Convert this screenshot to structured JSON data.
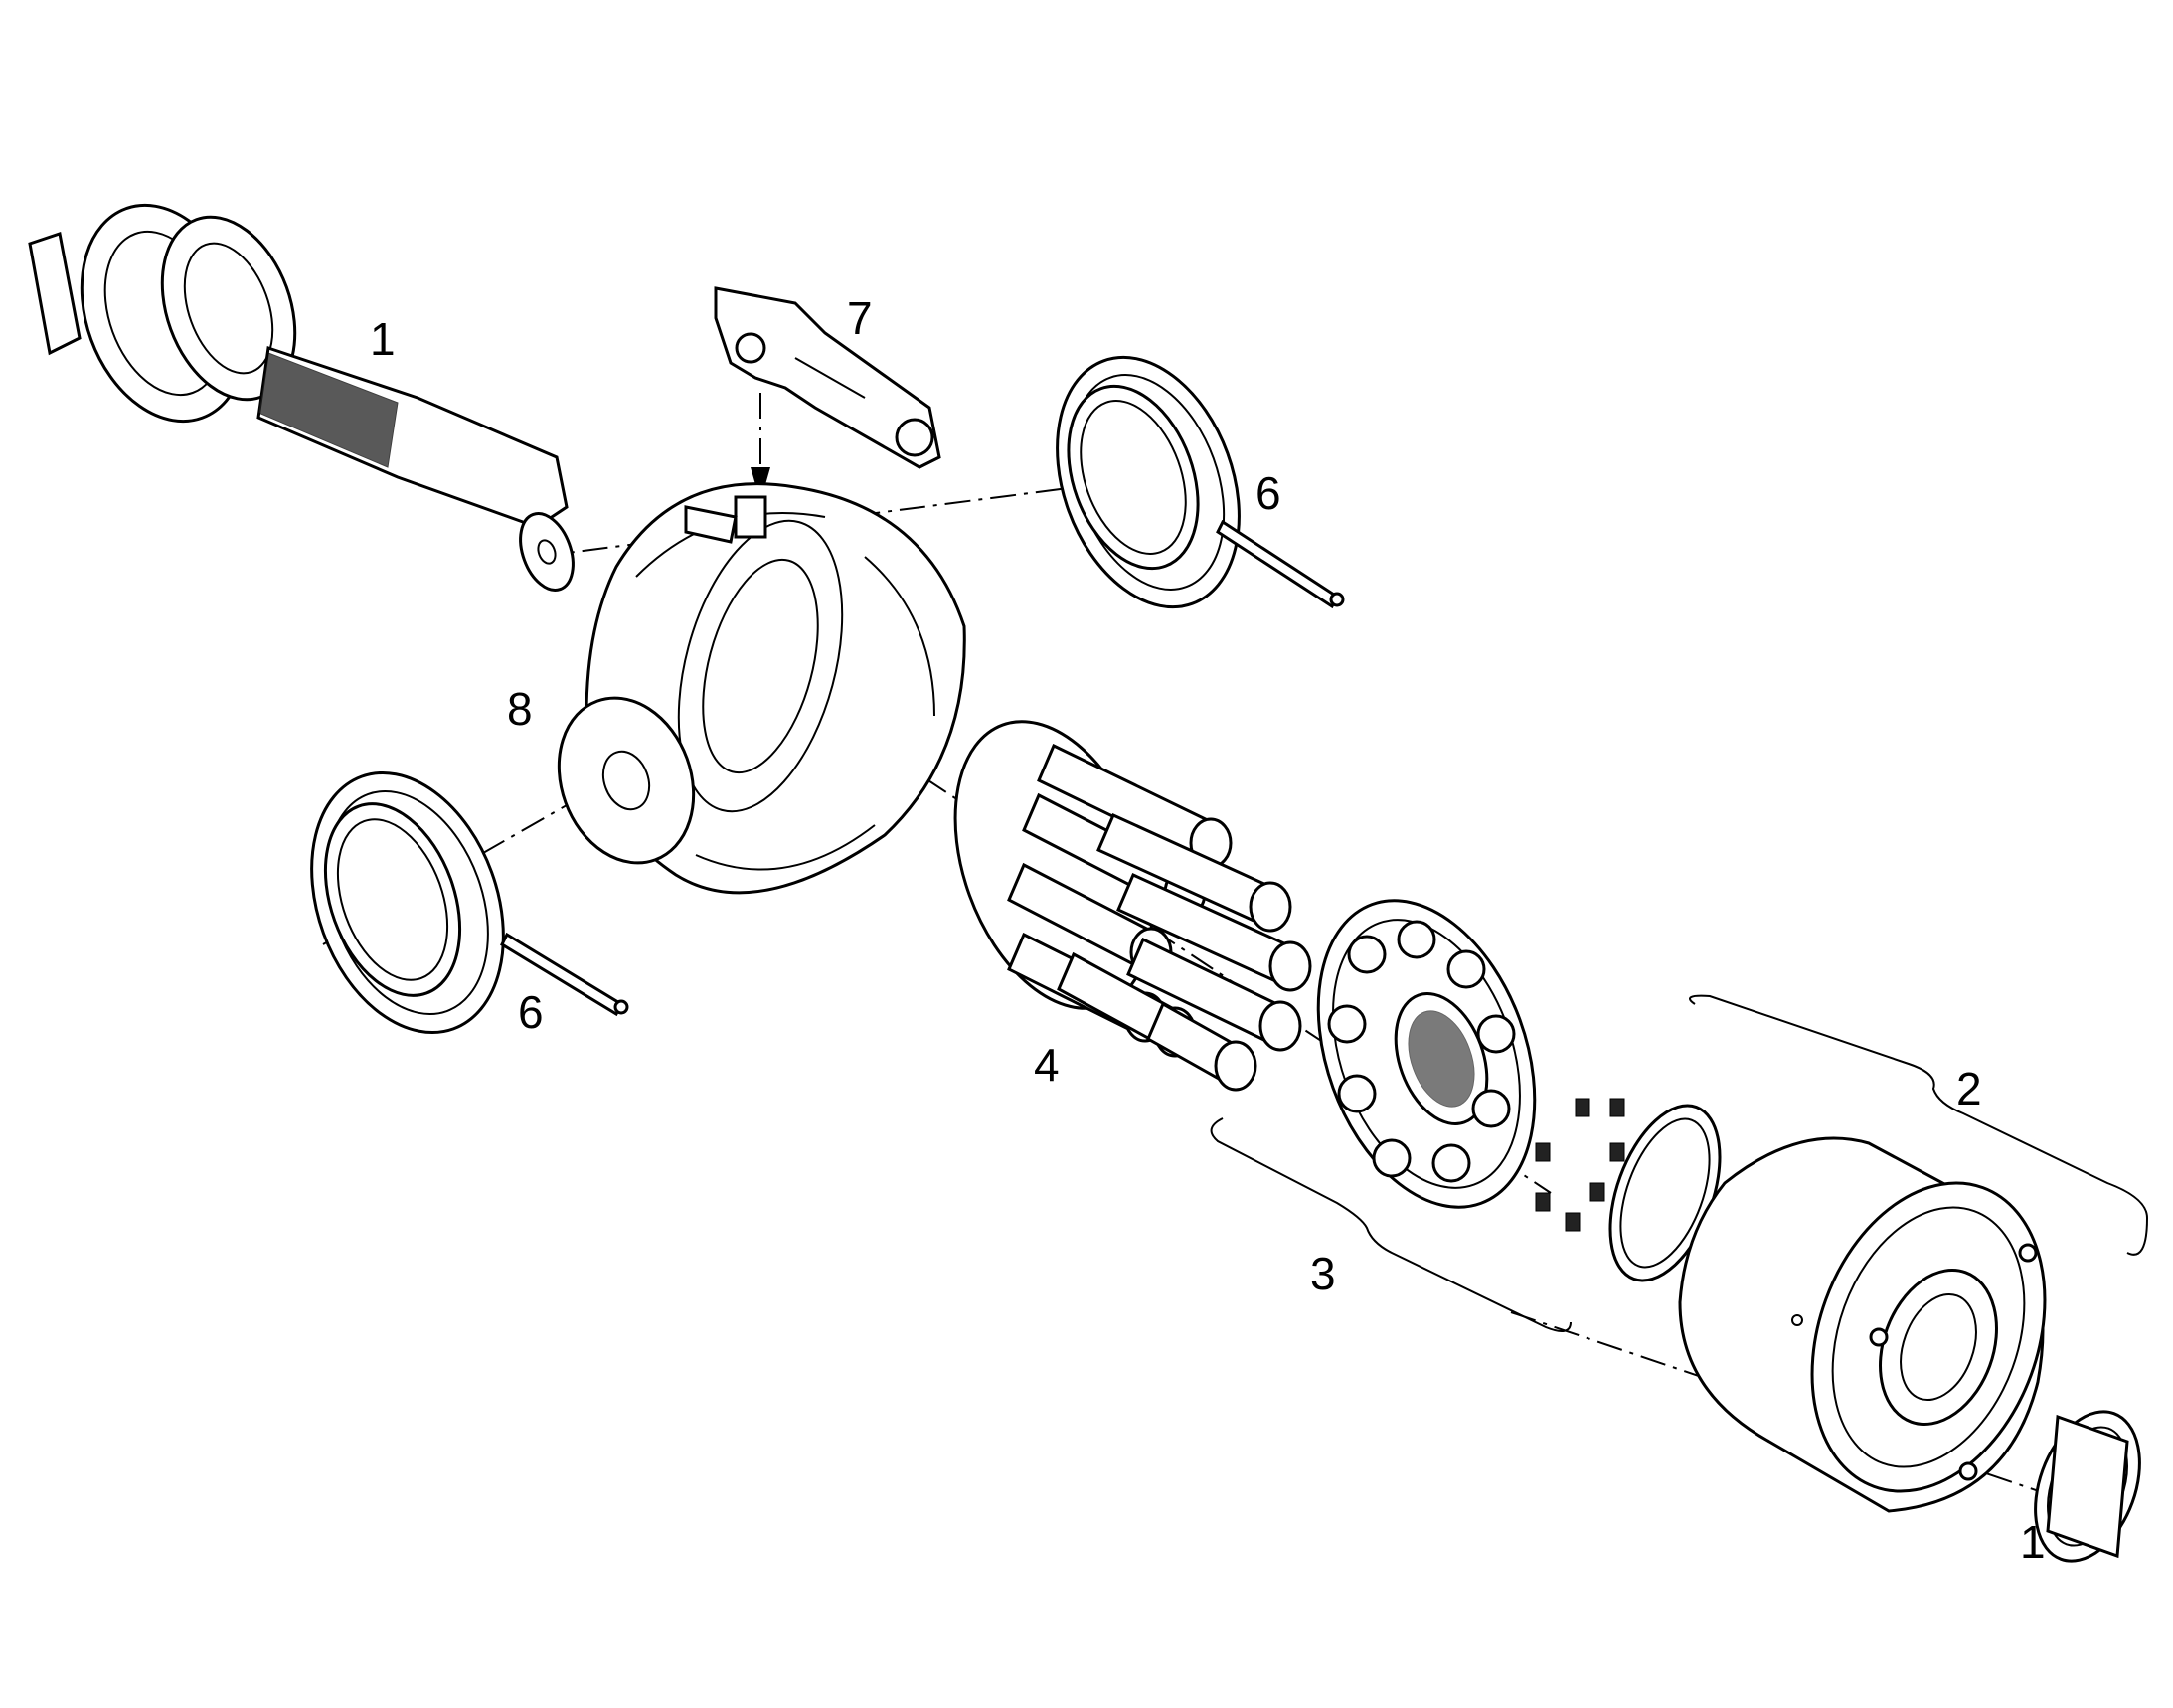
{
  "labels": {
    "shaft_top": "1",
    "bearing_bottom": "1",
    "valve_block": "2",
    "valve_plate": "3",
    "piston_group": "4",
    "pin_right": "6",
    "pin_left": "6",
    "adjuster": "7",
    "swash_body": "8"
  }
}
